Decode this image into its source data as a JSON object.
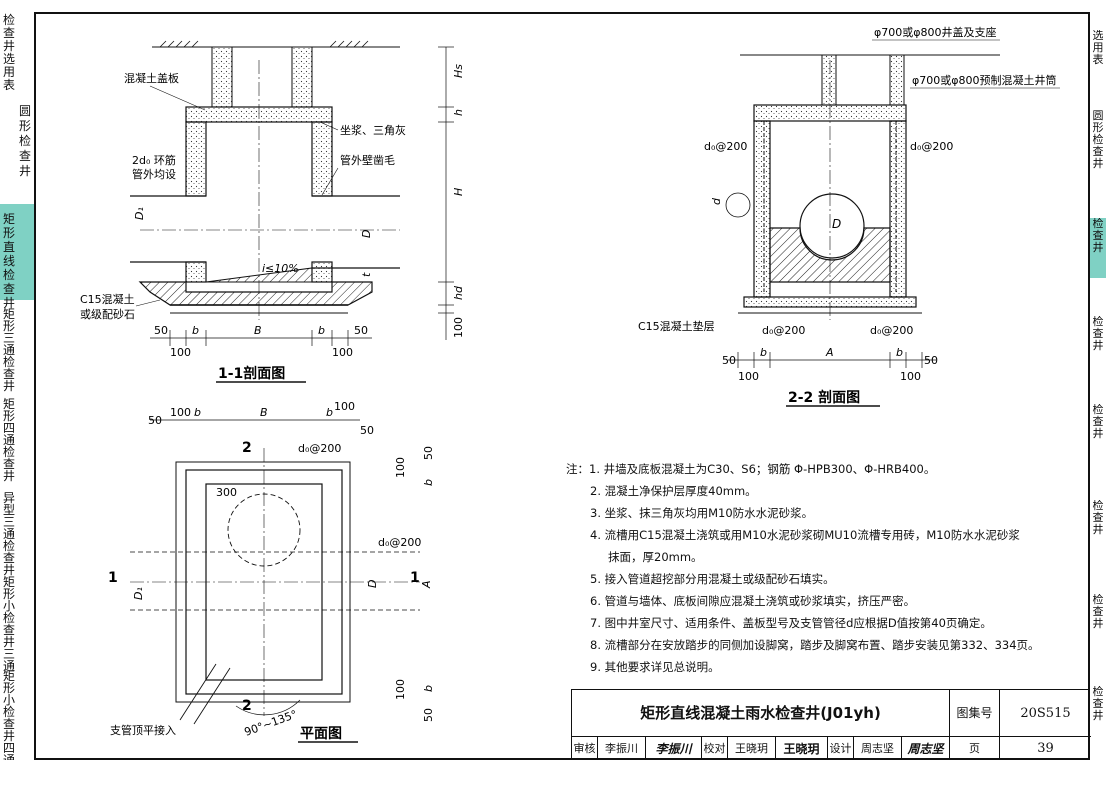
{
  "left_tabs": [
    {
      "label": "检查井选用表",
      "active": false
    },
    {
      "label": "圆形检查井",
      "active": false
    },
    {
      "label": "矩形直线检查井",
      "active": true
    },
    {
      "label": "矩形三通检查井",
      "active": false
    },
    {
      "label": "矩形四通检查井",
      "active": false
    },
    {
      "label": "异型三通检查井",
      "active": false
    },
    {
      "label": "矩形小检查井三通",
      "active": false
    },
    {
      "label": "矩形小检查井四通",
      "active": false
    }
  ],
  "right_tabs": [
    "选用表",
    "圆形检查井",
    "检查井",
    "检查井",
    "检查井",
    "检查井",
    "检查井",
    "检查井"
  ],
  "section11": {
    "caption": "1-1剖面图",
    "cover": "混凝土盖板",
    "mortar": "坐浆、三角灰",
    "ring": "2d₀ 环筋",
    "ring2": "管外均设",
    "chisel": "管外壁凿毛",
    "slope": "i≤10%",
    "base1": "C15混凝土",
    "base2": "或级配砂石",
    "Hs": "Hs",
    "h": "h",
    "H": "H",
    "hd": "hd",
    "d100": "100",
    "D1": "D₁",
    "D": "D",
    "t": "t",
    "b": "b",
    "B": "B",
    "n50": "50",
    "n100": "100"
  },
  "section22": {
    "caption": "2-2 剖面图",
    "top1": "φ700或φ800井盖及支座",
    "top2": "φ700或φ800预制混凝土井筒",
    "rebar": "d₀@200",
    "base": "C15混凝土垫层",
    "d": "d",
    "D": "D",
    "A": "A",
    "b": "b",
    "n50": "50",
    "n100": "100"
  },
  "plan": {
    "caption": "平面图",
    "cut1": "1",
    "cut2": "2",
    "rebar": "d₀@200",
    "n300": "300",
    "pipe": "支管顶平接入",
    "angle": "90°~135°",
    "B": "B",
    "b": "b",
    "A": "A",
    "D": "D",
    "D1": "D₁",
    "n50": "50",
    "n100": "100"
  },
  "notes": {
    "head": "注：",
    "items": [
      "1. 井墙及底板混凝土为C30、S6；钢筋 Φ-HPB300、Φ-HRB400。",
      "2. 混凝土净保护层厚度40mm。",
      "3. 坐浆、抹三角灰均用M10防水水泥砂浆。",
      "4. 流槽用C15混凝土浇筑或用M10水泥砂浆砌MU10流槽专用砖，M10防水水泥砂浆",
      "抹面，厚20mm。",
      "5. 接入管道超挖部分用混凝土或级配砂石填实。",
      "6. 管道与墙体、底板间隙应混凝土浇筑或砂浆填实，挤压严密。",
      "7. 图中井室尺寸、适用条件、盖板型号及支管管径d应根据D值按第40页确定。",
      "8. 流槽部分在安放踏步的同侧加设脚窝，踏步及脚窝布置、踏步安装见第332、334页。",
      "9. 其他要求详见总说明。"
    ]
  },
  "title_block": {
    "title": "矩形直线混凝土雨水检查井(J01yh)",
    "atlas_label": "图集号",
    "atlas_no": "20S515",
    "page_label": "页",
    "page_no": "39",
    "review_label": "审核",
    "reviewer": "李振川",
    "review_sign": "李振川",
    "check_label": "校对",
    "checker": "王晓玥",
    "check_sign": "王晓玥",
    "design_label": "设计",
    "designer": "周志坚",
    "design_sign": "周志坚"
  }
}
